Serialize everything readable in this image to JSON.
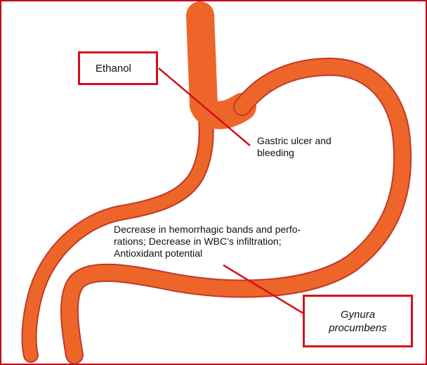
{
  "diagram": {
    "ethanol_label": "Ethanol",
    "ulcer_label_line1": "Gastric ulcer and",
    "ulcer_label_line2": "bleeding",
    "effects_line1": "Decrease in hemorrhagic bands and perfo-",
    "effects_line2": "rations; Decrease  in WBC’s infiltration;",
    "effects_line3": "Antioxidant potential",
    "gynura_line1": "Gynura",
    "gynura_line2": "procumbens"
  },
  "colors": {
    "stomach_fill": "#ee6529",
    "stomach_edge": "#c0392b",
    "box_border": "#d4101c",
    "arrow_line": "#d4101c",
    "frame_border": "#c0001a"
  }
}
